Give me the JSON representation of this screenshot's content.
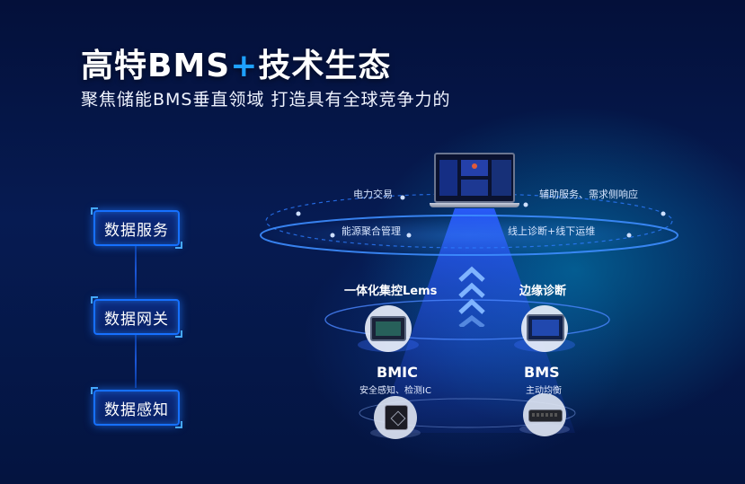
{
  "header": {
    "title_part1": "高特BMS",
    "title_plus": "+",
    "title_part2": "技术生态",
    "subtitle": "聚焦储能BMS垂直领域 打造具有全球竞争力的"
  },
  "stages": [
    {
      "label": "数据服务"
    },
    {
      "label": "数据网关"
    },
    {
      "label": "数据感知"
    }
  ],
  "service_ring": {
    "left_top": "电力交易",
    "left_bottom": "能源聚合管理",
    "right_top": "辅助服务、需求侧响应",
    "right_bottom": "线上诊断+线下运维"
  },
  "gateway": {
    "left": "一体化集控Lems",
    "right": "边缘诊断"
  },
  "sensing": {
    "left_title": "BMIC",
    "left_sub": "安全感知、检测IC",
    "right_title": "BMS",
    "right_sub": "主动均衡"
  },
  "colors": {
    "accent": "#1e7bff",
    "glow": "#2a8cff",
    "beam": "#1f4fe0"
  }
}
